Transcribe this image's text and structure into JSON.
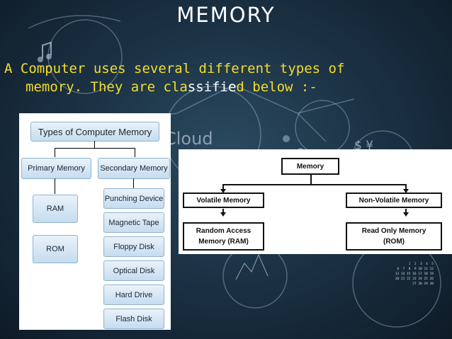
{
  "slide": {
    "title": "MEMORY",
    "subtitle_line1": "A Computer uses several different types of",
    "subtitle_line2_start": "memory. They are cla",
    "subtitle_line2_highlight": "ssifie",
    "subtitle_line2_end": "d below :-"
  },
  "background": {
    "cloud_label": "Cloud",
    "dollar_label": "$ ¥"
  },
  "left_diagram": {
    "title": "Types of Computer Memory",
    "primary": {
      "label": "Primary Memory",
      "items": [
        "RAM",
        "ROM"
      ]
    },
    "secondary": {
      "label": "Secondary Memory",
      "items": [
        "Punching Device",
        "Magnetic Tape",
        "Floppy Disk",
        "Optical Disk",
        "Hard Drive",
        "Flash Disk"
      ]
    }
  },
  "right_diagram": {
    "root": "Memory",
    "volatile": "Volatile Memory",
    "non_volatile": "Non-Volatile Memory",
    "ram_line1": "Random Access",
    "ram_line2": "Memory (RAM)",
    "rom_line1": "Read Only Memory",
    "rom_line2": "(ROM)"
  },
  "calendar_text": {
    "row1": "1  2  3  4  5",
    "row2": "6  7  8  9 10 11 12",
    "row3": "13 14 15 16 17 18 19",
    "row4": "20 21 22 23 24 25 26",
    "row5": "27 28 29 30"
  },
  "colors": {
    "subtitle": "#f5dd2a",
    "title": "#ffffff",
    "box_border": "#8fb3cf"
  }
}
